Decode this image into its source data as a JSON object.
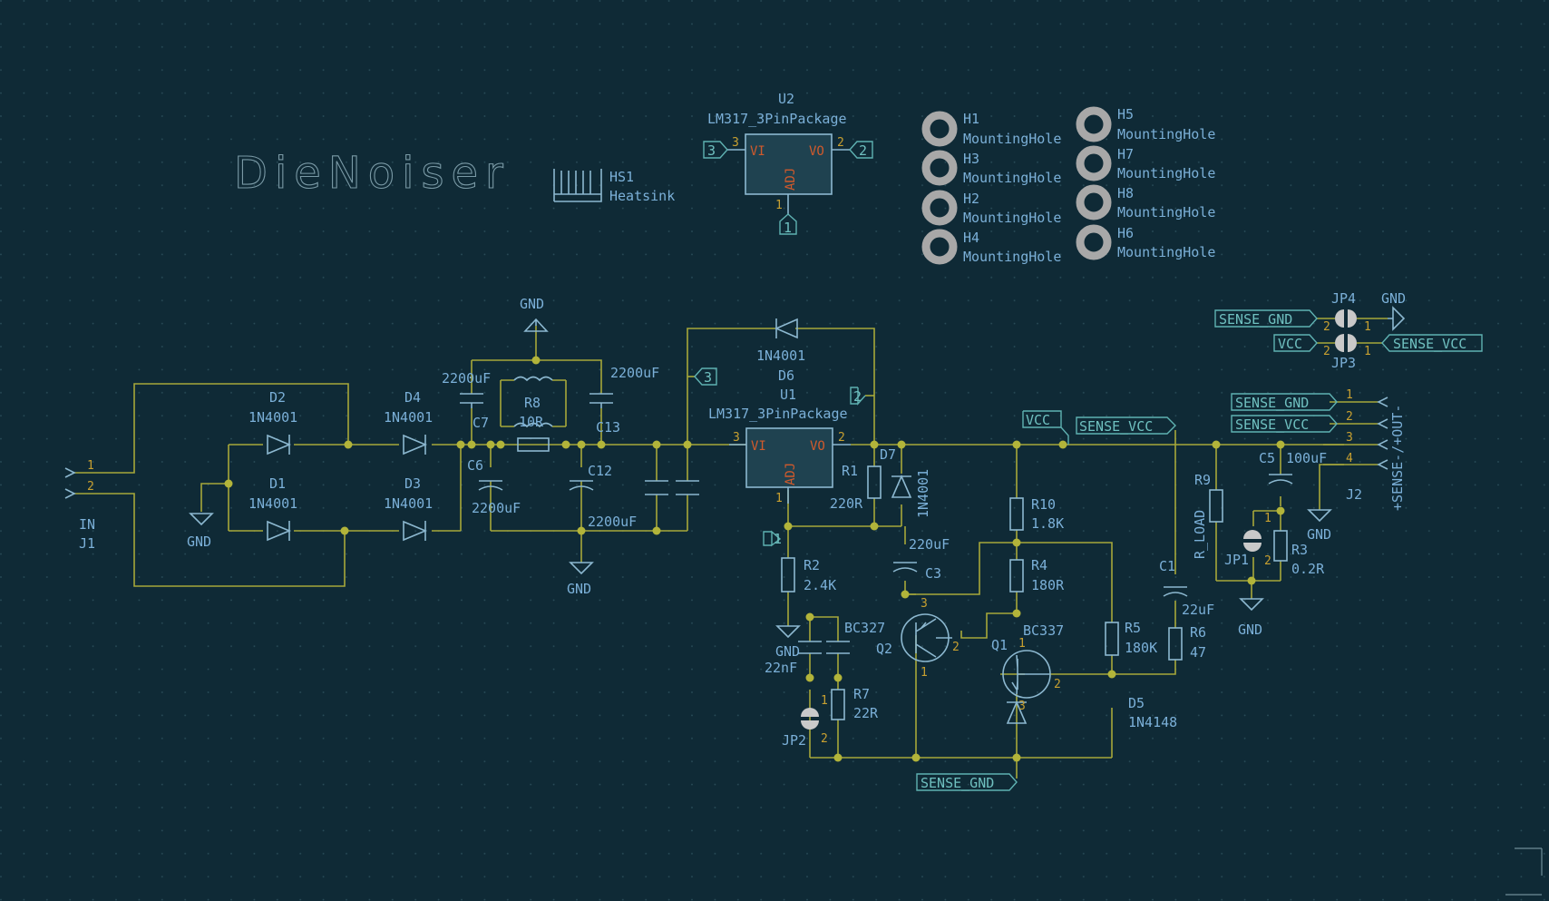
{
  "title": "DieNoiser",
  "heatsink": {
    "ref": "HS1",
    "value": "Heatsink"
  },
  "u2": {
    "ref": "U2",
    "value": "LM317_3PinPackage",
    "pin_vi": "VI",
    "pin_vo": "VO",
    "pin_adj": "ADJ",
    "pin3": "3",
    "pin2": "2",
    "pin1": "1",
    "net3": "3",
    "net2": "2",
    "net1": "1"
  },
  "u1": {
    "ref": "U1",
    "value": "LM317_3PinPackage",
    "pin_vi": "VI",
    "pin_vo": "VO",
    "pin_adj": "ADJ",
    "pin3": "3",
    "pin2": "2",
    "pin1": "1",
    "net3": "3",
    "net2": "2",
    "net1": "1"
  },
  "holes": [
    {
      "ref": "H1",
      "value": "MountingHole"
    },
    {
      "ref": "H3",
      "value": "MountingHole"
    },
    {
      "ref": "H2",
      "value": "MountingHole"
    },
    {
      "ref": "H4",
      "value": "MountingHole"
    },
    {
      "ref": "H5",
      "value": "MountingHole"
    },
    {
      "ref": "H7",
      "value": "MountingHole"
    },
    {
      "ref": "H8",
      "value": "MountingHole"
    },
    {
      "ref": "H6",
      "value": "MountingHole"
    }
  ],
  "j1": {
    "ref": "J1",
    "value": "IN",
    "pin1": "1",
    "pin2": "2"
  },
  "j2": {
    "ref": "J2",
    "value": "+SENSE-/+OUT-",
    "pins": [
      "1",
      "2",
      "3",
      "4"
    ],
    "labels": [
      "SENSE_GND",
      "SENSE_VCC"
    ]
  },
  "diodes": {
    "d2": {
      "ref": "D2",
      "value": "1N4001"
    },
    "d1": {
      "ref": "D1",
      "value": "1N4001"
    },
    "d4": {
      "ref": "D4",
      "value": "1N4001"
    },
    "d3": {
      "ref": "D3",
      "value": "1N4001"
    },
    "d6": {
      "ref": "D6",
      "value": "1N4001"
    },
    "d7": {
      "ref": "D7",
      "value": "1N4001"
    },
    "d5": {
      "ref": "D5",
      "value": "1N4148"
    }
  },
  "caps": {
    "c7": {
      "ref": "C7",
      "value": "2200uF"
    },
    "c13": {
      "ref": "C13",
      "value": "2200uF"
    },
    "c6": {
      "ref": "C6",
      "value": "2200uF"
    },
    "c12": {
      "ref": "C12",
      "value": "2200uF"
    },
    "c3": {
      "ref": "C3",
      "value": "220uF"
    },
    "c5": {
      "ref": "C5",
      "value": "100uF"
    },
    "c1": {
      "ref": "C1",
      "value": "22uF"
    },
    "c22n": {
      "value": "22nF"
    }
  },
  "resistors": {
    "r8": {
      "ref": "R8",
      "value": "10R"
    },
    "r1": {
      "ref": "R1",
      "value": "220R"
    },
    "r2": {
      "ref": "R2",
      "value": "2.4K"
    },
    "r10": {
      "ref": "R10",
      "value": "1.8K"
    },
    "r4": {
      "ref": "R4",
      "value": "180R"
    },
    "r5": {
      "ref": "R5",
      "value": "180K"
    },
    "r6": {
      "ref": "R6",
      "value": "47"
    },
    "r7": {
      "ref": "R7",
      "value": "22R"
    },
    "r9": {
      "ref": "R9",
      "value": "R_LOAD"
    },
    "r3": {
      "ref": "R3",
      "value": "0.2R"
    }
  },
  "transistors": {
    "q2": {
      "ref": "Q2",
      "value": "BC327",
      "pins": [
        "3",
        "2",
        "1"
      ]
    },
    "q1": {
      "ref": "Q1",
      "value": "BC337",
      "pins": [
        "1",
        "2",
        "3"
      ]
    }
  },
  "jumpers": {
    "jp1": {
      "ref": "JP1",
      "pin1": "1",
      "pin2": "2"
    },
    "jp2": {
      "ref": "JP2",
      "pin1": "1",
      "pin2": "2"
    },
    "jp3": {
      "ref": "JP3",
      "pin1": "1",
      "pin2": "2"
    },
    "jp4": {
      "ref": "JP4",
      "pin1": "1",
      "pin2": "2"
    }
  },
  "power": {
    "gnd": "GND"
  },
  "nets": {
    "sense_gnd": "SENSE_GND",
    "sense_vcc": "SENSE_VCC",
    "vcc": "VCC"
  },
  "colors": {
    "background": "#0f2a36",
    "wire": "#a6a83a",
    "component": "#8cb8d0",
    "reference": "#7bb0d8",
    "pin_number": "#c8a030",
    "pin_name": "#d05a2c",
    "net_label": "#6fc0c0"
  }
}
